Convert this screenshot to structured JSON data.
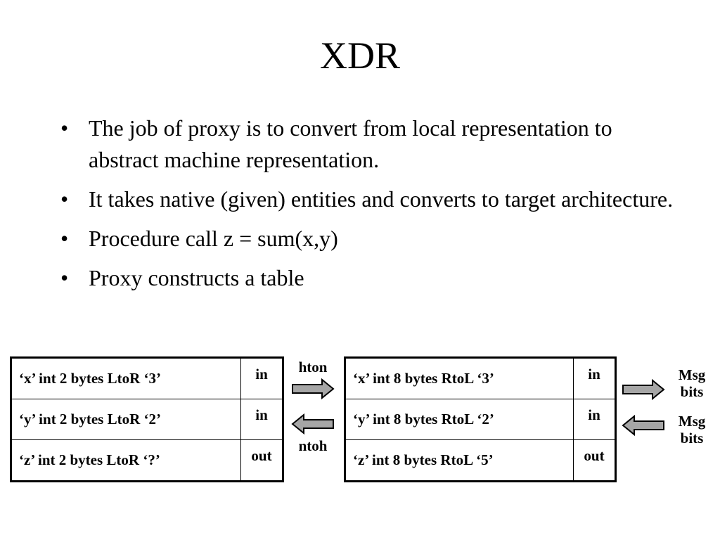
{
  "title": "XDR",
  "bullets": [
    "The job of proxy is to convert from local representation to abstract machine representation.",
    "It takes native (given) entities and converts to target architecture.",
    "Procedure call z = sum(x,y)",
    "Proxy constructs a table"
  ],
  "bullet_glyph": "•",
  "local_table": [
    {
      "field": "‘x’  int  2 bytes  LtoR  ‘3’",
      "dir": "in"
    },
    {
      "field": "‘y’  int  2 bytes  LtoR  ‘2’",
      "dir": "in"
    },
    {
      "field": "‘z’  int  2 bytes  LtoR  ‘?’",
      "dir": "out"
    }
  ],
  "remote_table": [
    {
      "field": "‘x’  int  8 bytes RtoL  ‘3’",
      "dir": "in"
    },
    {
      "field": "‘y’  int  8 bytes RtoL  ‘2’",
      "dir": "in"
    },
    {
      "field": "‘z’  int  8 bytes  RtoL  ‘5’",
      "dir": "out"
    }
  ],
  "labels": {
    "hton": "hton",
    "ntoh": "ntoh",
    "msg_bits_out": "Msg bits",
    "msg_bits_in": "Msg bits"
  },
  "colors": {
    "arrow_fill": "#a6a6a6",
    "arrow_stroke": "#000000"
  }
}
